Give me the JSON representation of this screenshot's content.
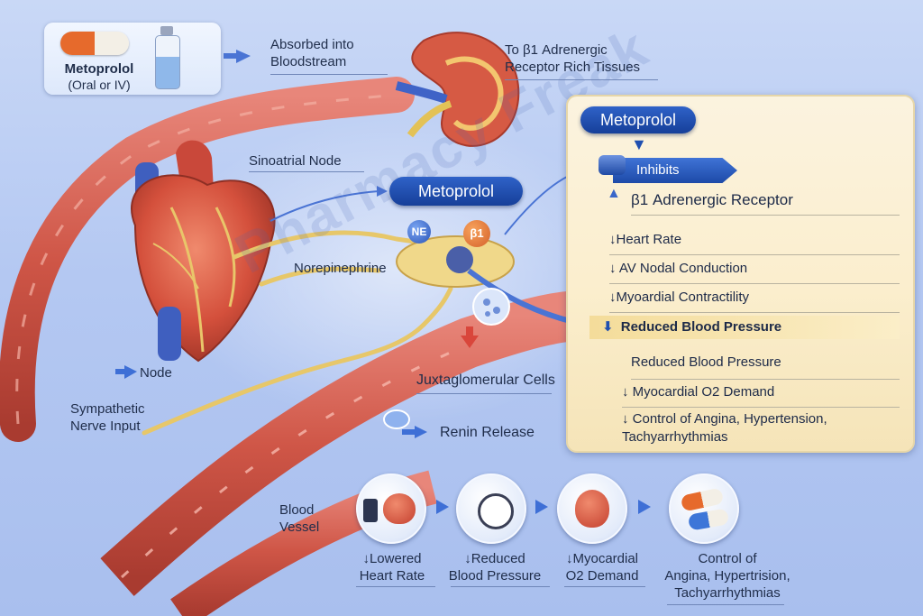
{
  "drug": {
    "name": "Metoprolol",
    "route": "(Oral or IV)"
  },
  "flow": {
    "absorbed": "Absorbed into\nBloodstream",
    "to_receptor": "To β1 Adrenergic\nReceptor Rich Tissues"
  },
  "heart_labels": {
    "sa_node": "Sinoatrial Node",
    "norepinephrine": "Norepinephrine",
    "av_node": "Node",
    "sympathetic": "Sympathetic\nNerve Input",
    "juxtaglomerular": "Juxtaglomerular Cells",
    "renin": "Renin Release",
    "blood_vessel": "Blood\nVessel"
  },
  "synapse": {
    "title": "Metoprolol",
    "ne_badge": "NE",
    "b1_badge": "β1"
  },
  "panel": {
    "title": "Metoprolol",
    "inhibits": "Inhibits",
    "receptor": "β1 Adrenergic  Receptor",
    "effects": [
      "↓Heart Rate",
      "↓ AV Nodal Conduction",
      "↓Myoardial Contractility",
      "Reduced Blood Pressure",
      "Reduced Blood Pressure",
      "↓ Myocardial O2 Demand",
      "↓ Control of Angina, Hypertension,\n  Tachyarrhythmias"
    ]
  },
  "outcomes": [
    {
      "label": "↓Lowered\nHeart Rate",
      "icon": "heart-bp-icon"
    },
    {
      "label": "↓Reduced\nBlood Pressure",
      "icon": "bp-cuff-icon"
    },
    {
      "label": "↓Myocardial\nO2 Demand",
      "icon": "heart-icon"
    },
    {
      "label": "Control of\nAngina, Hypertrision,\nTachyarrhythmias",
      "icon": "capsules-icon"
    }
  ],
  "watermark": "Pharmacy Freak",
  "colors": {
    "accent_blue": "#1f4fb0",
    "vessel_red": "#c9473c",
    "nerve_yellow": "#e8c86a",
    "panel_bg": "#fbf3df"
  }
}
